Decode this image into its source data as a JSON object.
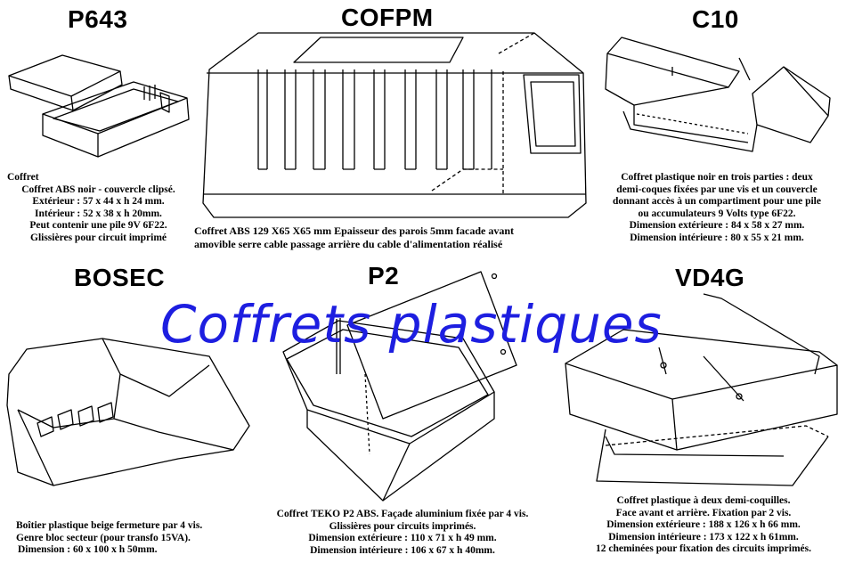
{
  "banner": "Coffrets plastiques",
  "p643": {
    "title": "P643",
    "lines": [
      "Coffret",
      "Coffret ABS noir - couvercle clipsé.",
      "Extérieur : 57 x 44 x h 24 mm.",
      "Intérieur : 52 x 38 x h 20mm.",
      "Peut contenir une pile 9V 6F22.",
      "Glissières pour circuit imprimé"
    ]
  },
  "cofpm": {
    "title": "COFPM",
    "lines": [
      "Coffret ABS  129 X65 X65 mm Epaisseur des parois 5mm facade avant",
      "amovible  serre cable passage arrière du cable d'alimentation réalisé"
    ]
  },
  "c10": {
    "title": "C10",
    "lines": [
      "Coffret plastique noir en trois parties : deux",
      "demi-coques fixées par une vis et un couvercle",
      "donnant accès à un compartiment pour une pile",
      "ou accumulateurs 9 Volts type 6F22.",
      "Dimension extérieure : 84 x 58 x 27 mm.",
      "Dimension intérieure : 80 x 55 x 21 mm."
    ]
  },
  "bosec": {
    "title": "BOSEC",
    "lines": [
      "Boîtier plastique beige fermeture par 4 vis.",
      "Genre bloc secteur (pour transfo 15VA).",
      "Dimension : 60 x 100 x h 50mm."
    ]
  },
  "p2": {
    "title": "P2",
    "lines": [
      "Coffret TEKO P2 ABS. Façade aluminium fixée par 4 vis.",
      "Glissières pour circuits imprimés.",
      "Dimension extérieure : 110 x 71 x h 49 mm.",
      "Dimension intérieure : 106 x 67 x h 40mm."
    ]
  },
  "vd4g": {
    "title": "VD4G",
    "lines": [
      "Coffret plastique à deux demi-coquilles.",
      "Face avant et arrière. Fixation par 2 vis.",
      "Dimension extérieure : 188 x 126 x h 66 mm.",
      "Dimension intérieure : 173 x 122 x h 61mm.",
      "12 cheminées pour fixation des circuits imprimés."
    ]
  }
}
